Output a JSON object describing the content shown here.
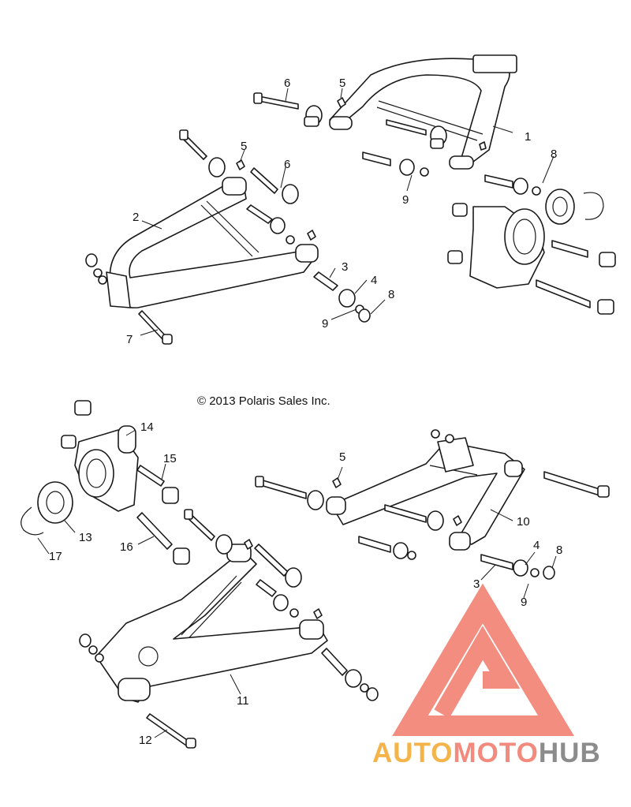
{
  "copyright": "© 2013 Polaris Sales Inc.",
  "logo": {
    "part1": "AUTO",
    "part2": "MOTO",
    "part3": "HUB",
    "colors": {
      "auto": "#f5b44a",
      "moto": "#f28a7e",
      "hub": "#8c8c8c",
      "triangle": "#f07a6a"
    }
  },
  "callouts": {
    "c1": "1",
    "c2": "2",
    "c3a": "3",
    "c4a": "4",
    "c5a": "5",
    "c5b": "5",
    "c6a": "6",
    "c6b": "6",
    "c7": "7",
    "c8a": "8",
    "c8b": "8",
    "c9a": "9",
    "c9b": "9",
    "c14": "14",
    "c15": "15",
    "c5c": "5",
    "c13": "13",
    "c16": "16",
    "c17": "17",
    "c10": "10",
    "c4b": "4",
    "c8c": "8",
    "c3b": "3",
    "c9c": "9",
    "c11": "11",
    "c12": "12"
  }
}
